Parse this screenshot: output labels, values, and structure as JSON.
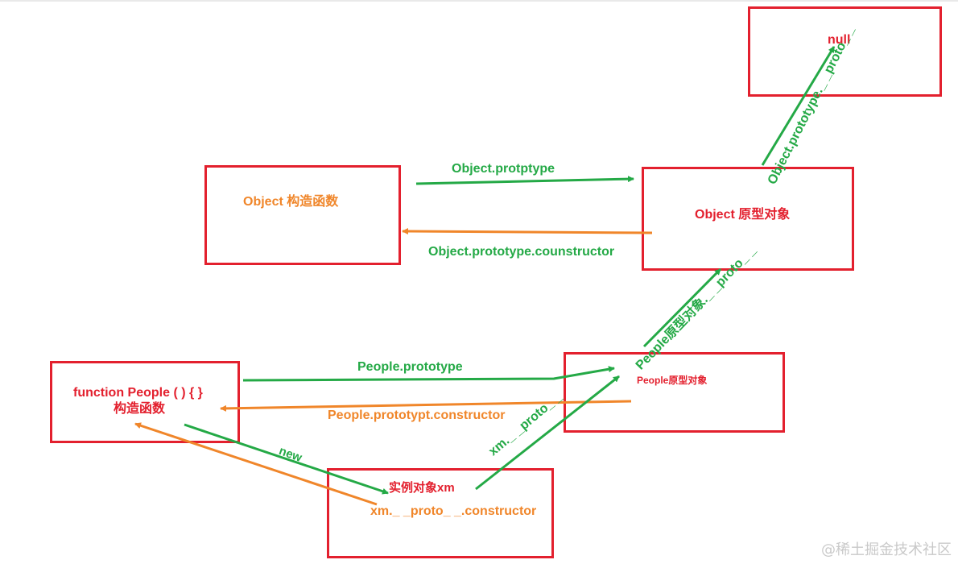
{
  "nodes": {
    "null": "null",
    "object_constructor": "Object 构造函数",
    "object_prototype": "Object 原型对象",
    "people_function_line1": "function People ( )  { }",
    "people_function_line2": "构造函数",
    "people_prototype": "People原型对象",
    "instance": "实例对象xm"
  },
  "edges": {
    "object_prototype_link": "Object.protptype",
    "object_constructor_link": "Object.prototype.counstructor",
    "object_proto_to_null": "Object.prototype._ _proto_ _",
    "people_proto_to_object": "People原型对象._ _proto_ _",
    "people_prototype_link": "People.prototype",
    "people_constructor_link": "People.prototypt.constructor",
    "new_label": "new",
    "xm_proto": "xm._ _proto_ _",
    "xm_constructor": "xm._ _proto_ _.constructor"
  },
  "colors": {
    "box_border": "#e3202e",
    "red_text": "#e3202e",
    "orange": "#f0862a",
    "green": "#24a946"
  },
  "watermark": "@稀土掘金技术社区"
}
